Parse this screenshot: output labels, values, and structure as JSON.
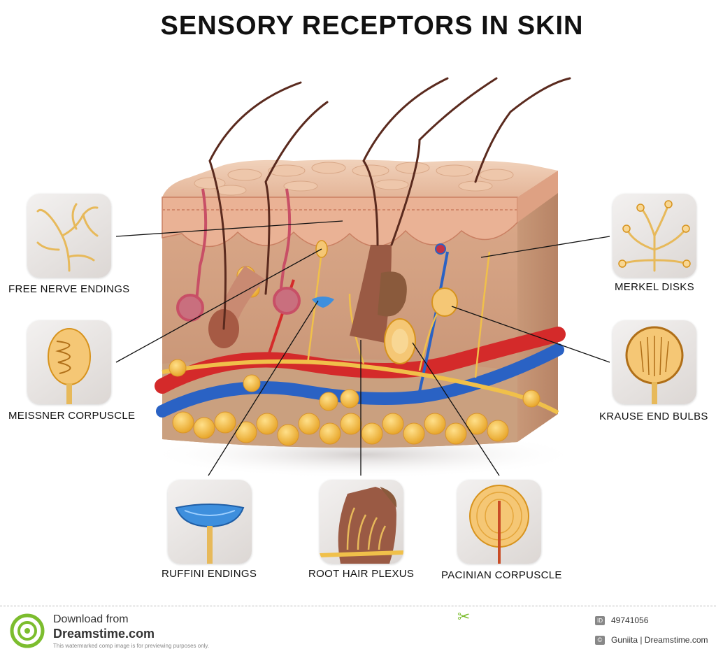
{
  "title": "SENSORY RECEPTORS IN SKIN",
  "receptors": [
    {
      "label": "FREE NERVE ENDINGS",
      "icon": "free-nerve-endings-icon"
    },
    {
      "label": "MEISSNER CORPUSCLE",
      "icon": "meissner-corpuscle-icon"
    },
    {
      "label": "RUFFINI ENDINGS",
      "icon": "ruffini-endings-icon"
    },
    {
      "label": "ROOT HAIR PLEXUS",
      "icon": "root-hair-plexus-icon"
    },
    {
      "label": "PACINIAN CORPUSCLE",
      "icon": "pacinian-corpuscle-icon"
    },
    {
      "label": "KRAUSE END BULBS",
      "icon": "krause-end-bulbs-icon"
    },
    {
      "label": "MERKEL DISKS",
      "icon": "merkel-disks-icon"
    }
  ],
  "footer": {
    "download_from": "Download from",
    "site": "Dreamstime.com",
    "notice": "This watermarked comp image is for previewing purposes only.",
    "id_badge": "ID",
    "id_number": "49741056",
    "copyright_badge": "©",
    "credit": "Guniita | Dreamstime.com"
  },
  "colors": {
    "skin": "#d7a684",
    "epidermis": "#e8b99a",
    "artery": "#d42a2a",
    "vein": "#2a62c4",
    "fat": "#f2b533",
    "nerve": "#f0c04a",
    "ruffini": "#3e8fdd",
    "brand_green": "#7cbd2e"
  }
}
